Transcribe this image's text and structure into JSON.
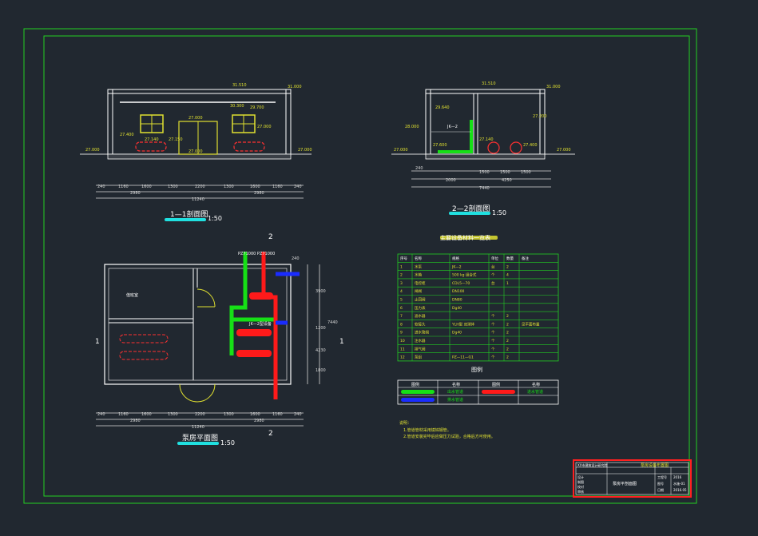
{
  "colors": {
    "background": "#212830",
    "frame": "#22d022",
    "dim": "#d8d8d8",
    "wall": "#ffffff",
    "pipe_green": "#16e016",
    "pipe_red": "#ff1a1a",
    "pipe_blue": "#1a2cff",
    "cyan": "#20e0e0",
    "yellow": "#e0e030",
    "magenta": "#ff40ff",
    "title_block": "#ff2020"
  },
  "section_1_1": {
    "title": "1—1剖面图",
    "scale": "1:50",
    "elev_top": "31.510",
    "elev_roof": "31.000",
    "elev_duct": "30.300",
    "elev_beam": "29.700",
    "elev_window_left": "27.000",
    "elev_window_right": "27.000",
    "elev_pipe_1": "27.400",
    "elev_pipe_2": "27.140",
    "elev_pipe_3": "27.150",
    "elev_floor_left": "27.000",
    "elev_floor_right": "27.000",
    "elev_door": "27.000",
    "dims_top": [
      "240",
      "1160",
      "1600",
      "1300",
      "2200",
      "1300",
      "1600",
      "1160",
      "240"
    ],
    "dims_mid": [
      "2980",
      "2980"
    ],
    "dims_total": "11240"
  },
  "section_2_2": {
    "title": "2—2剖面图",
    "scale": "1:50",
    "elev_top": "31.510",
    "elev_roof": "31.000",
    "elev_left": "28.000",
    "elev_right": "27.200",
    "elev_mid": "29.640",
    "elev_pipe_1": "27.600",
    "elev_pipe_2": "27.140",
    "elev_pipe_3": "27.400",
    "elev_floor_left": "27.000",
    "elev_floor_right": "27.000",
    "label_main": "JK—2",
    "dims_top": [
      "240",
      "1500",
      "1500",
      "1500"
    ],
    "dims_mid": [
      "2000",
      "4250"
    ],
    "dims_total": "7440"
  },
  "plan": {
    "title": "泵房平面图",
    "scale": "1:50",
    "pump_label": "PZ71000 PZ71000",
    "equip_label": "JK—2型设备",
    "room_label": "值班室",
    "marker_1": "1",
    "marker_2": "2",
    "side_dims": [
      "3900",
      "1200",
      "4230",
      "1800",
      "7440",
      "240"
    ],
    "dims_top": [
      "240",
      "1160",
      "1600",
      "1300",
      "2200",
      "1300",
      "1600",
      "1160",
      "240"
    ],
    "dims_mid": [
      "2980",
      "2980"
    ],
    "dims_total": "11240"
  },
  "equipment_table": {
    "title": "主要设备材料一览表",
    "headers": [
      "序号",
      "名称",
      "规格",
      "单位",
      "数量",
      "备注"
    ],
    "rows": [
      [
        "1",
        "水泵",
        "JK—2",
        "台",
        "2",
        ""
      ],
      [
        "2",
        "水箱",
        "500 kg 组合式",
        "个",
        "4",
        ""
      ],
      [
        "3",
        "电控柜",
        "CDL5—70",
        "台",
        "1",
        ""
      ],
      [
        "4",
        "闸阀",
        "DN100",
        "",
        "",
        ""
      ],
      [
        "5",
        "止回阀",
        "DN80",
        "",
        "",
        ""
      ],
      [
        "6",
        "压力表",
        "Dg40",
        "",
        "",
        ""
      ],
      [
        "7",
        "滤水器",
        "",
        "个",
        "2",
        ""
      ],
      [
        "8",
        "软接头",
        "YLH型 双球体",
        "个",
        "2",
        "见平面布置"
      ],
      [
        "9",
        "进水管阀",
        "Dg40",
        "个",
        "2",
        ""
      ],
      [
        "10",
        "注水器",
        "",
        "个",
        "2",
        ""
      ],
      [
        "11",
        "排气阀",
        "",
        "个",
        "2",
        ""
      ],
      [
        "12",
        "泵组",
        "PZ—11—G1",
        "个",
        "2",
        ""
      ]
    ]
  },
  "legend": {
    "title": "图例",
    "headers": [
      "图例",
      "名称",
      "图例",
      "名称"
    ],
    "items": [
      {
        "name": "出水管道",
        "color": "#16e016"
      },
      {
        "name": "进水管道",
        "color": "#ff1a1a"
      },
      {
        "name": "排水管道",
        "color": "#1a2cff"
      }
    ]
  },
  "notes": {
    "title": "说明：",
    "lines": [
      "1.管道管材采用镜锌钢管。",
      "2.管道安装完毕后应做压力试验，合格后方可使用。"
    ]
  },
  "title_block": {
    "company": "XX市建筑设计研究院",
    "project": "泵房设备布置图",
    "drawing_name": "泵房平剖面图",
    "fields": [
      "设计",
      "制图",
      "校对",
      "审核"
    ],
    "right_fields": [
      "工程号",
      "图号",
      "日期"
    ],
    "right_values": [
      "2016",
      "水施-01",
      "2016.05"
    ]
  }
}
